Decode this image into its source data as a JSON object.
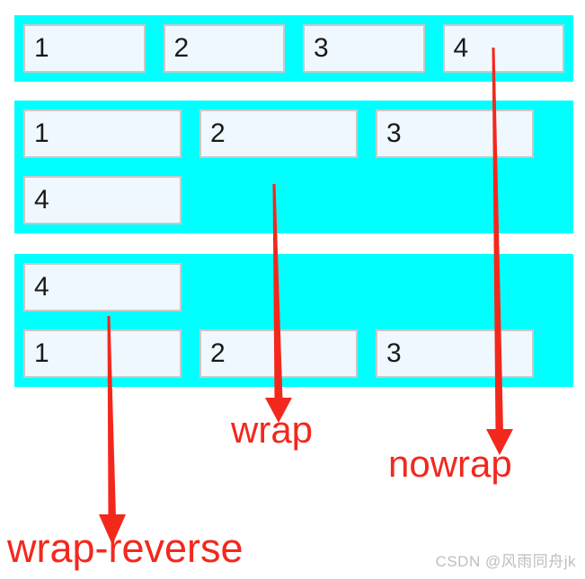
{
  "demo": {
    "containers": [
      {
        "wrap_mode": "nowrap",
        "items": [
          "1",
          "2",
          "3",
          "4"
        ]
      },
      {
        "wrap_mode": "wrap",
        "items": [
          "1",
          "2",
          "3",
          "4"
        ]
      },
      {
        "wrap_mode": "wrap-reverse",
        "items": [
          "1",
          "2",
          "3",
          "4"
        ]
      }
    ],
    "labels": {
      "wrap": "wrap",
      "nowrap": "nowrap",
      "wrap_reverse": "wrap-reverse"
    }
  },
  "watermark": "CSDN @风雨同舟jk",
  "colors": {
    "container_bg": "#00ffff",
    "item_bg": "#f0f8ff",
    "item_border": "#c9c9c9",
    "annotation_red": "#f3281d",
    "number_color": "#1a1a1a",
    "watermark_gray": "#bebebe"
  }
}
